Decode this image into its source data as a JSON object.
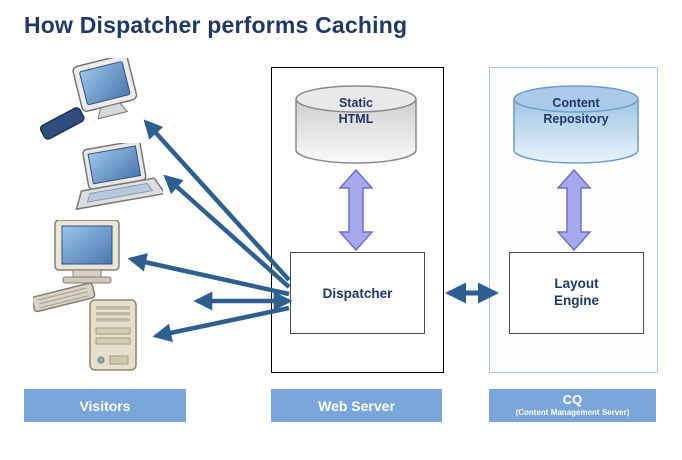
{
  "title": "How Dispatcher performs Caching",
  "groups": {
    "visitors": {
      "label": "Visitors",
      "devices": [
        {
          "icon": "workstation-monitor-icon"
        },
        {
          "icon": "laptop-icon"
        },
        {
          "icon": "desktop-computer-icon"
        },
        {
          "icon": "server-tower-icon"
        }
      ]
    },
    "web_server": {
      "label": "Web Server",
      "cache": "Static HTML",
      "node": "Dispatcher"
    },
    "cq": {
      "label": "CQ",
      "sublabel": "(Content Management Server)",
      "repository": "Content Repository",
      "node": "Layout Engine"
    }
  },
  "colors": {
    "title_text": "#1f3864",
    "node_text": "#1f3864",
    "footer_bar": "#7aa5d8",
    "footer_text": "#ffffff",
    "flow_arrow": "#2e5f8e",
    "sync_arrow_fill": "#a8a8ec",
    "sync_arrow_stroke": "#6f6fc8",
    "web_server_border": "#000000",
    "cq_border": "#aac8e6"
  }
}
